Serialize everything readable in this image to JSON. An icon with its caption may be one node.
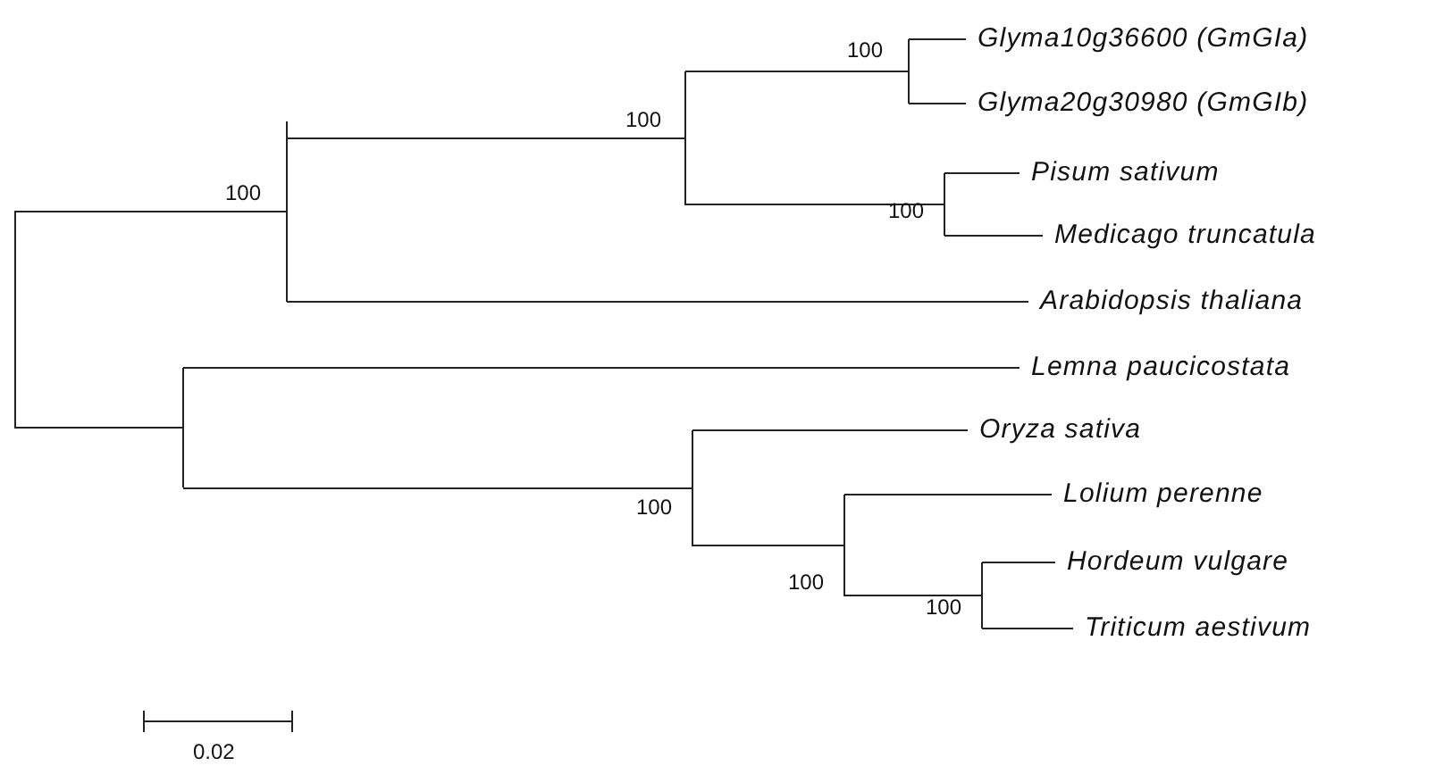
{
  "diagram": {
    "nodes": [
      {
        "text": [],
        "shape": "bar"
      },
      {
        "text": [],
        "shape": "bar",
        "beside": [
          "100"
        ]
      },
      {
        "text": [],
        "shape": "bar",
        "beside": [
          "100"
        ]
      },
      {
        "text": [],
        "shape": "bar",
        "beside": [
          "100"
        ]
      },
      {
        "text": [
          "Glyma10g36600 (GmGIa)"
        ]
      },
      {
        "text": [
          "Glyma20g30980 (GmGIb)"
        ]
      },
      {
        "text": [],
        "shape": "bar",
        "beside": [
          "100"
        ]
      },
      {
        "text": [
          "Pisum sativum"
        ]
      },
      {
        "text": [
          "Medicago truncatula"
        ]
      },
      {
        "text": [
          "Arabidopsis thaliana"
        ]
      },
      {
        "text": [],
        "shape": "bar"
      },
      {
        "text": [
          "Lemna paucicostata"
        ]
      },
      {
        "text": [],
        "shape": "bar",
        "beside": [
          "100"
        ]
      },
      {
        "text": [
          "Oryza sativa"
        ]
      },
      {
        "text": [],
        "shape": "bar",
        "beside": [
          "100"
        ]
      },
      {
        "text": [
          "Lolium perenne"
        ]
      },
      {
        "text": [],
        "shape": "bar",
        "beside": [
          "100"
        ]
      },
      {
        "text": [
          "Hordeum vulgare"
        ]
      },
      {
        "text": [
          "Triticum aestivum"
        ]
      }
    ],
    "edges": [
      {
        "from": 0,
        "to": 1,
        "arrow": "none"
      },
      {
        "from": 1,
        "to": 2,
        "arrow": "none"
      },
      {
        "from": 2,
        "to": 3,
        "arrow": "none"
      },
      {
        "from": 3,
        "to": 4,
        "arrow": "none"
      },
      {
        "from": 3,
        "to": 5,
        "arrow": "none"
      },
      {
        "from": 2,
        "to": 6,
        "arrow": "none"
      },
      {
        "from": 6,
        "to": 7,
        "arrow": "none"
      },
      {
        "from": 6,
        "to": 8,
        "arrow": "none"
      },
      {
        "from": 1,
        "to": 9,
        "arrow": "none"
      },
      {
        "from": 0,
        "to": 10,
        "arrow": "none"
      },
      {
        "from": 10,
        "to": 11,
        "arrow": "none"
      },
      {
        "from": 10,
        "to": 12,
        "arrow": "none"
      },
      {
        "from": 12,
        "to": 13,
        "arrow": "none"
      },
      {
        "from": 12,
        "to": 14,
        "arrow": "none"
      },
      {
        "from": 14,
        "to": 15,
        "arrow": "none"
      },
      {
        "from": 14,
        "to": 16,
        "arrow": "none"
      },
      {
        "from": 16,
        "to": 17,
        "arrow": "none"
      },
      {
        "from": 16,
        "to": 18,
        "arrow": "none"
      }
    ],
    "labels": [
      "0.02"
    ]
  }
}
